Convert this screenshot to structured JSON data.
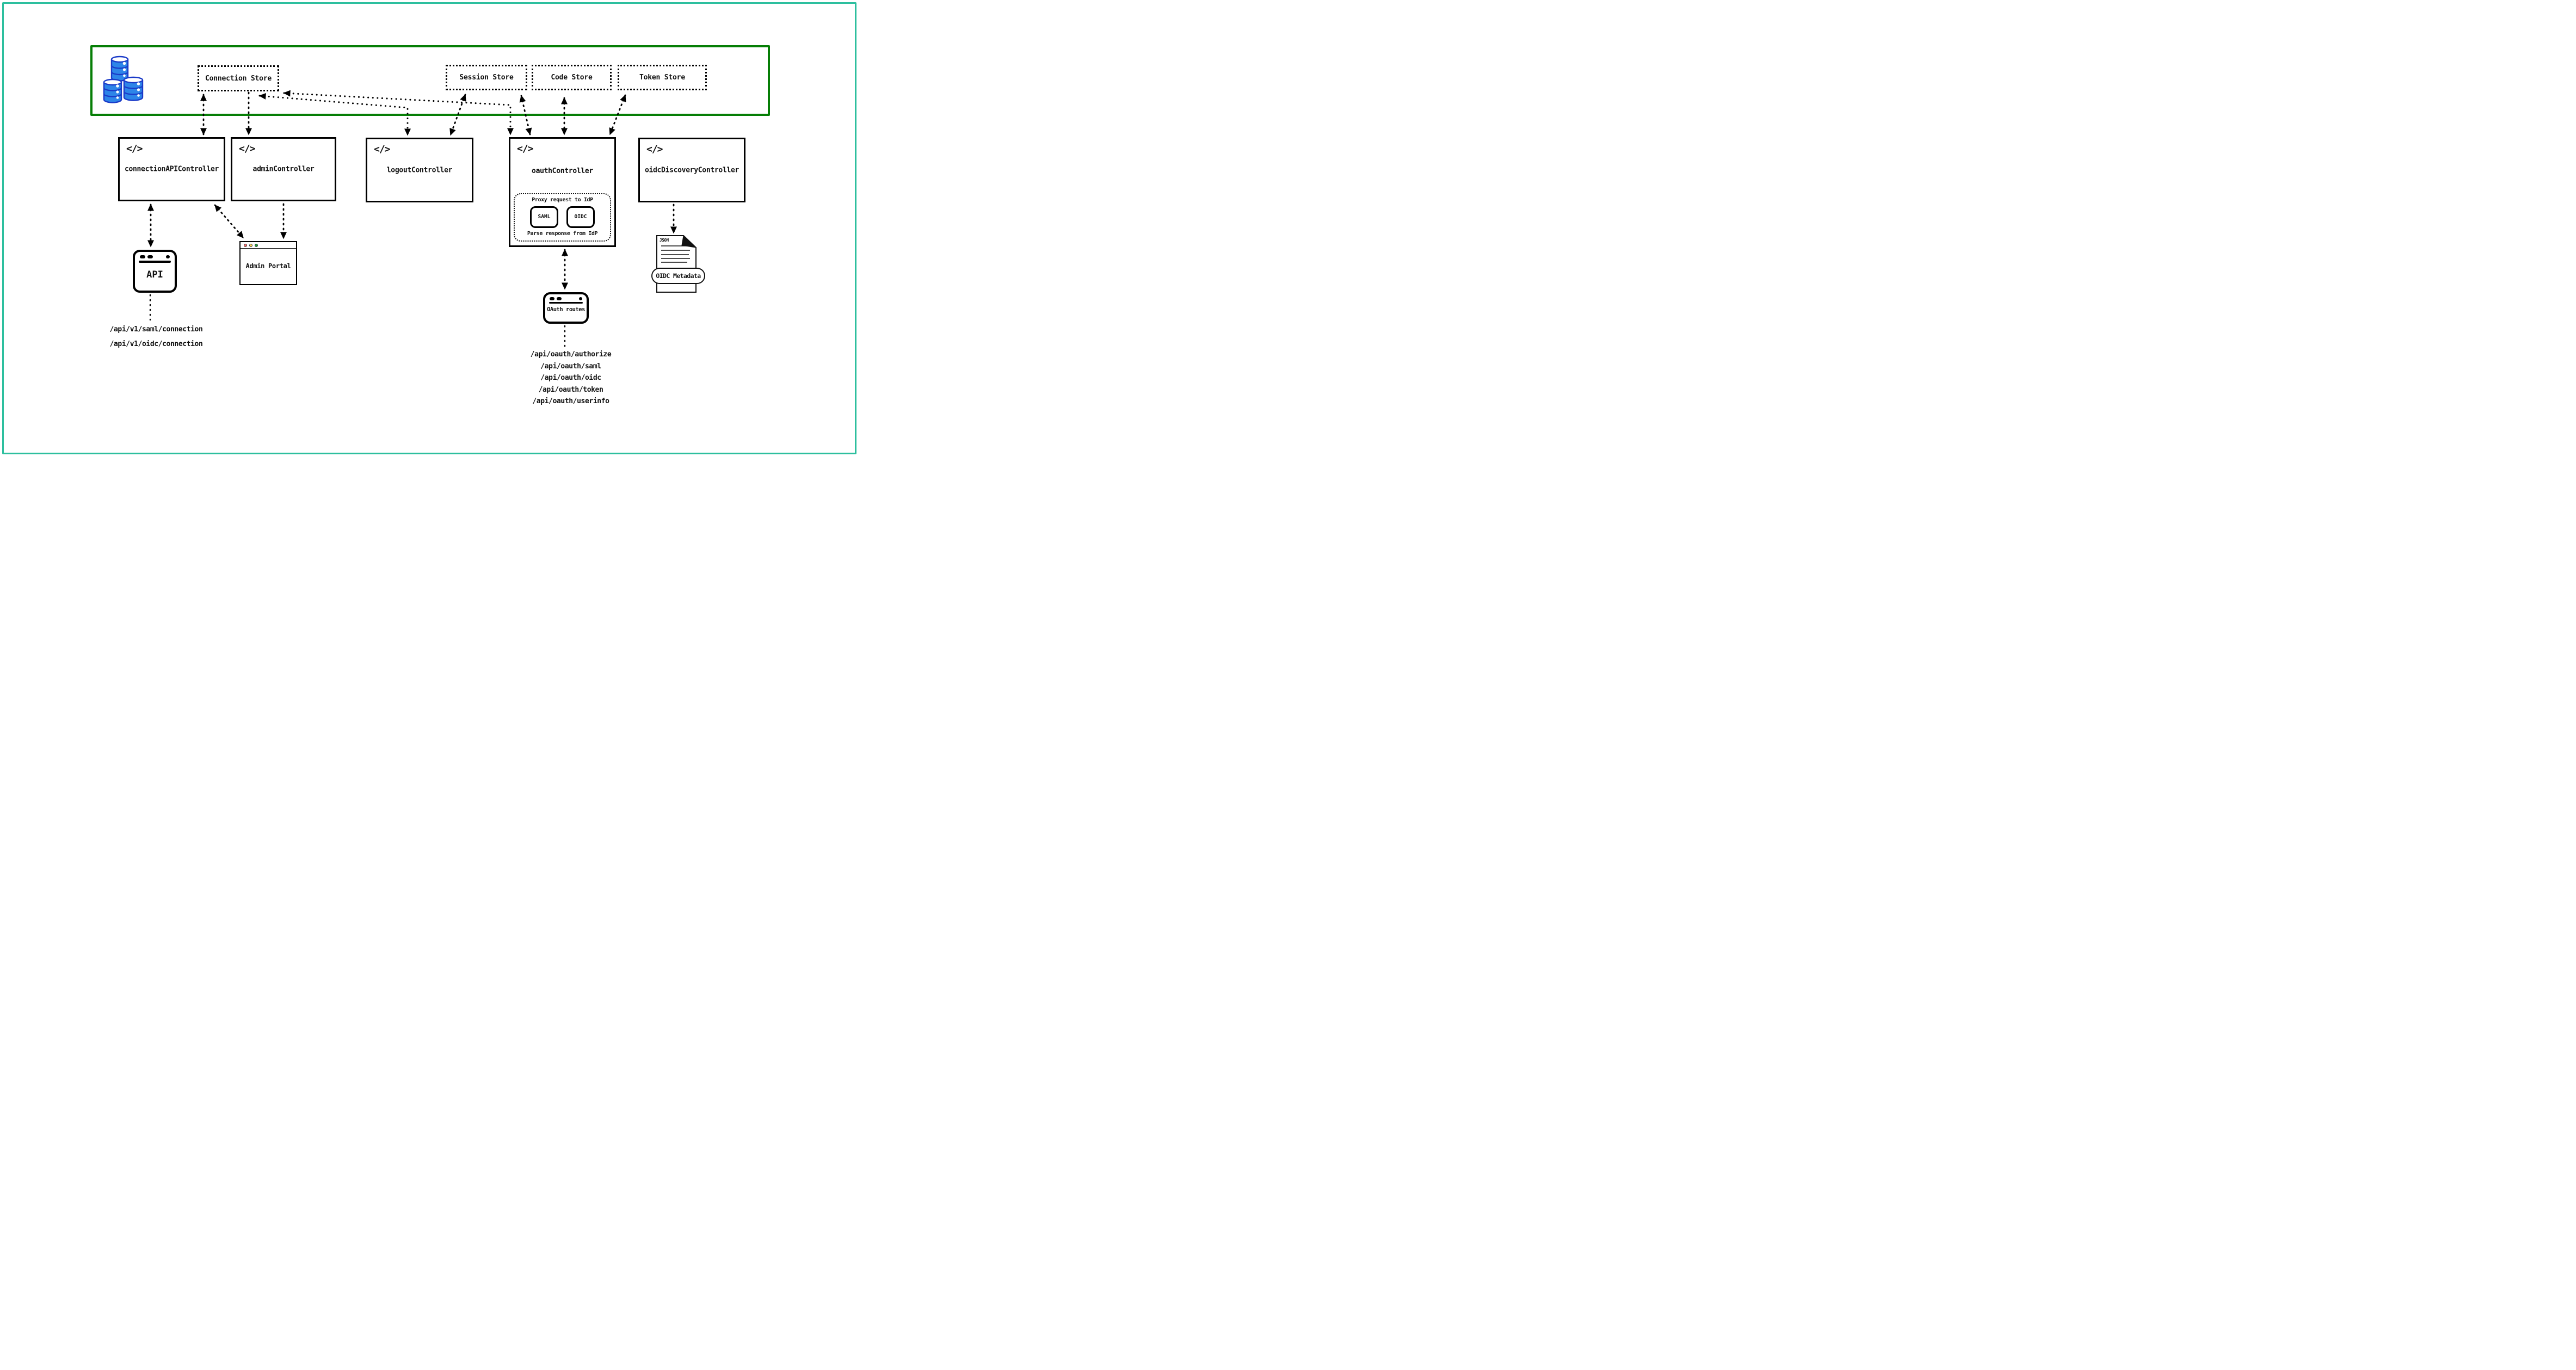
{
  "diagram": {
    "data_layer": {
      "stores": [
        {
          "label": "Connection Store"
        },
        {
          "label": "Session Store"
        },
        {
          "label": "Code Store"
        },
        {
          "label": "Token Store"
        }
      ]
    },
    "controllers": [
      {
        "label": "connectionAPIController"
      },
      {
        "label": "adminController"
      },
      {
        "label": "logoutController"
      },
      {
        "label": "oauthController"
      },
      {
        "label": "oidcDiscoveryController"
      }
    ],
    "code_icon_glyph": "</>",
    "oauth_proxy_box": {
      "top_label": "Proxy request to IdP",
      "bottom_label": "Parse response from IdP",
      "protocols": [
        "SAML",
        "OIDC"
      ]
    },
    "api_window": {
      "label": "API",
      "routes": [
        "/api/v1/saml/connection",
        "/api/v1/oidc/connection"
      ]
    },
    "admin_portal": {
      "label": "Admin Portal"
    },
    "oauth_routes_window": {
      "label": "OAuth routes",
      "routes": [
        "/api/oauth/authorize",
        "/api/oauth/saml",
        "/api/oauth/oidc",
        "/api/oauth/token",
        "/api/oauth/userinfo"
      ]
    },
    "oidc_metadata_doc": {
      "file_type_label": "JSON",
      "label": "OIDC Metadata"
    },
    "colors": {
      "outer_frame": "#2dbf9e",
      "stores_zone_border": "#067e06",
      "database_fill": "#2e85e8",
      "database_stroke": "#1a3ac8",
      "traffic_red": "#f87171",
      "traffic_yellow": "#fbd45e",
      "traffic_green": "#22a13a"
    }
  }
}
